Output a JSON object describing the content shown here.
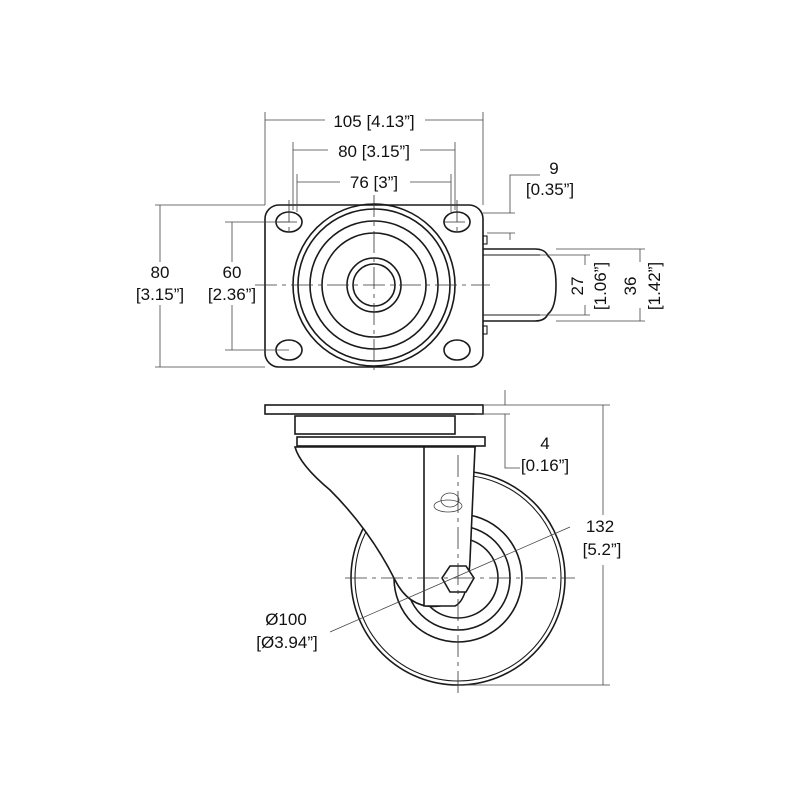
{
  "title": "Swivel caster dimension drawing",
  "top_view": {
    "width": {
      "mm": "105",
      "in": "[4.13”]"
    },
    "hole_span_x": {
      "mm": "80",
      "in": "[3.15”]"
    },
    "hole_span_x_alt": {
      "mm": "76",
      "in": "[3”]"
    },
    "offset": {
      "mm": "9",
      "in": "[0.35”]"
    },
    "height": {
      "mm": "80",
      "in": "[3.15”]"
    },
    "hole_span_y": {
      "mm": "60",
      "in": "[2.36”]"
    },
    "tread_width": {
      "mm": "27",
      "in": "[1.06”]"
    },
    "wheel_width": {
      "mm": "36",
      "in": "[1.42”]"
    }
  },
  "side_view": {
    "plate_thickness": {
      "mm": "4",
      "in": "[0.16”]"
    },
    "overall_height": {
      "mm": "132",
      "in": "[5.2”]"
    },
    "wheel_diameter": {
      "mm": "Ø100",
      "in": "[Ø3.94”]"
    }
  }
}
